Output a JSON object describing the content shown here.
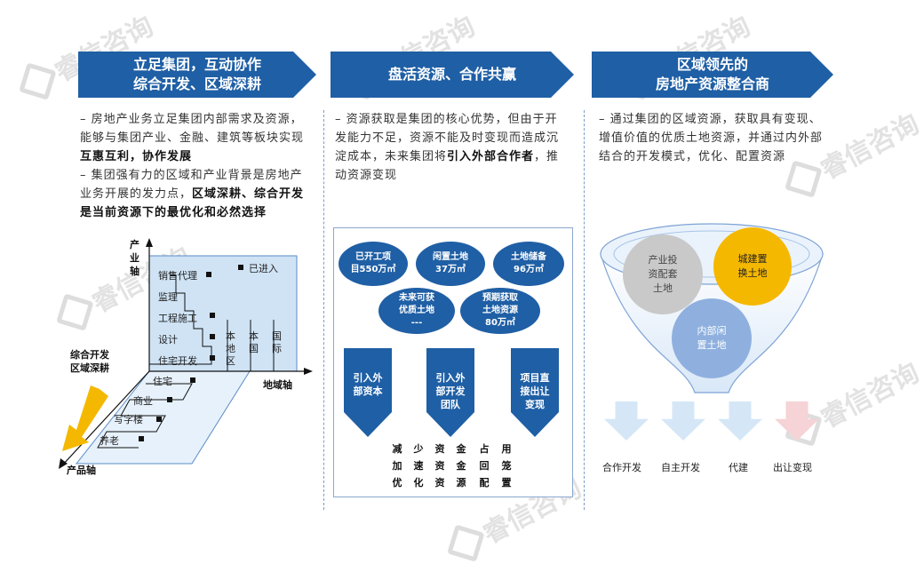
{
  "watermark_text": "睿信咨询",
  "banners": {
    "left": [
      "立足集团，互动协作",
      "综合开发、区域深耕"
    ],
    "middle": [
      "盘活资源、合作共赢"
    ],
    "right": [
      "区域领先的",
      "房地产资源整合商"
    ]
  },
  "left_text": {
    "p1_a": "– 房地产业务立足集团内部需求及资源，能够与集团产业、金融、建筑等板块实现",
    "p1_b": "互惠互利，协作发展",
    "p2_a": "– 集团强有力的区域和产业背景是房地产业务开展的发力点，",
    "p2_b": "区域深耕、综合开发是当前资源下的最优化和必然选择"
  },
  "middle_text": {
    "a": "– 资源获取是集团的核心优势，但由于开发能力不足，资源不能及时变现而造成沉淀成本，未来集团将",
    "b": "引入外部合作者",
    "c": "，推动资源变现"
  },
  "right_text": "– 通过集团的区域资源，获取具有变现、增值价值的优质土地资源，并通过内外部结合的开发模式，优化、配置资源",
  "chart3d": {
    "industry_axis": "产\n业\n轴",
    "region_axis": "地域轴",
    "product_axis": "产品轴",
    "side_label": [
      "综合开发",
      "区域深耕"
    ],
    "entered": "已进入",
    "industry_steps": [
      "销售代理",
      "监理",
      "工程施工",
      "设计",
      "住宅开发"
    ],
    "region_cols": [
      "本地区",
      "本国",
      "国际"
    ],
    "product_steps": [
      "住宅",
      "商业",
      "写字楼",
      "养老"
    ]
  },
  "resources": {
    "ellipses": [
      {
        "l1": "已开工项",
        "l2": "目550万㎡"
      },
      {
        "l1": "闲置土地",
        "l2": "37万㎡"
      },
      {
        "l1": "土地储备",
        "l2": "96万㎡"
      },
      {
        "l1": "未来可获",
        "l2": "优质土地",
        "l3": "---"
      },
      {
        "l1": "预期获取",
        "l2": "土地资源",
        "l3": "80万㎡"
      }
    ],
    "arrows": [
      {
        "l1": "引入外",
        "l2": "部资本"
      },
      {
        "l1": "引入外",
        "l2": "部开发",
        "l3": "团队"
      },
      {
        "l1": "项目直",
        "l2": "接出让",
        "l3": "变现"
      }
    ],
    "columns": [
      [
        "减",
        "加",
        "优"
      ],
      [
        "少",
        "速",
        "化"
      ],
      [
        "资",
        "资",
        "资"
      ],
      [
        "金",
        "金",
        "源"
      ],
      [
        "占",
        "回",
        "配"
      ],
      [
        "用",
        "笼",
        "置"
      ]
    ]
  },
  "funnel": {
    "c1": [
      "产业投",
      "资配套",
      "土地"
    ],
    "c2": [
      "城建置",
      "换土地"
    ],
    "c3": [
      "内部闲",
      "置土地"
    ],
    "bottom_labels": [
      "合作开发",
      "自主开发",
      "代建",
      "出让变现"
    ]
  },
  "colors": {
    "primary": "#1f5fa5",
    "gold": "#f5b800",
    "grey_circle": "#c9c9c9",
    "light_blue": "#8fb0de",
    "arrow_light": "#d5e7f7",
    "arrow_pink": "#f6d3d6"
  }
}
